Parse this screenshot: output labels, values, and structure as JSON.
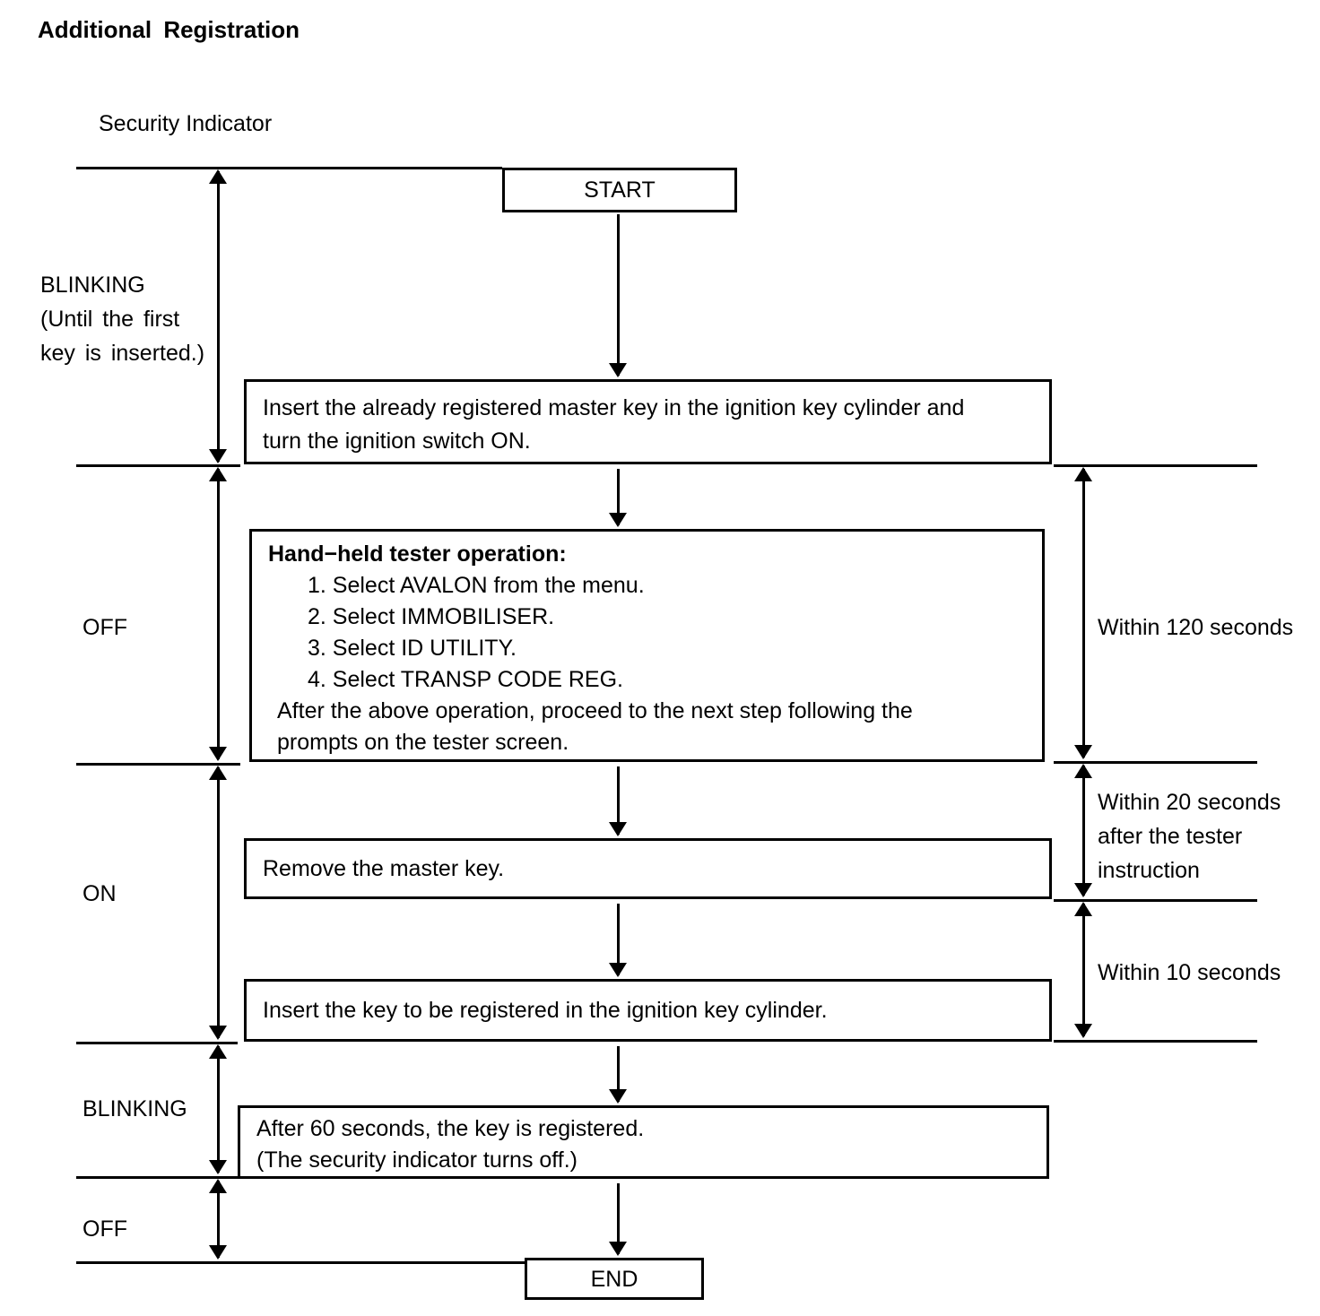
{
  "title": "Additional Registration",
  "axis": {
    "label": "Security Indicator"
  },
  "timeline": {
    "states": [
      {
        "label": "BLINKING\n(Until the first\nkey is inserted.)"
      },
      {
        "label": "OFF"
      },
      {
        "label": "ON"
      },
      {
        "label": "BLINKING"
      },
      {
        "label": "OFF"
      }
    ]
  },
  "flow": {
    "start_label": "START",
    "end_label": "END",
    "boxes": [
      {
        "text": "Insert the already registered master key in the ignition key cylinder and\nturn the ignition switch ON."
      },
      {
        "heading": "Hand−held tester operation:",
        "steps": [
          "1. Select AVALON from the menu.",
          "2. Select IMMOBILISER.",
          "3. Select ID UTILITY.",
          "4. Select TRANSP CODE REG."
        ],
        "note": "After the above operation, proceed to the next step following the\nprompts on the tester screen."
      },
      {
        "text": "Remove the master key."
      },
      {
        "text": "Insert the key to be registered in the ignition key cylinder."
      },
      {
        "text": "After 60 seconds, the key is registered.\n(The security indicator turns off.)"
      }
    ]
  },
  "durations": [
    {
      "label": "Within 120 seconds"
    },
    {
      "label": "Within 20 seconds\nafter the tester\ninstruction"
    },
    {
      "label": "Within 10 seconds"
    }
  ],
  "colors": {
    "ink": "#000000",
    "background": "#ffffff"
  }
}
